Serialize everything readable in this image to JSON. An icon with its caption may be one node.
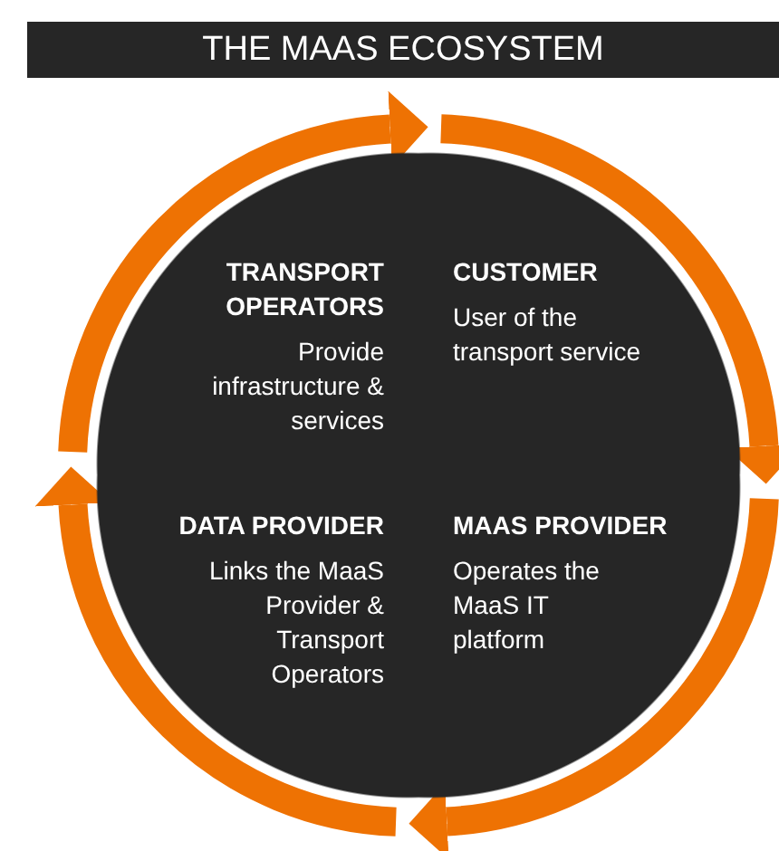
{
  "diagram": {
    "title": "THE MAAS ECOSYSTEM",
    "nodes": [
      {
        "text": [
          "TRANSPORT OPERATORS",
          "Provide infrastructure & services"
        ]
      },
      {
        "text": [
          "CUSTOMER",
          "User of the transport service"
        ]
      },
      {
        "text": [
          "DATA PROVIDER",
          "Links the MaaS Provider & Transport Operators"
        ]
      },
      {
        "text": [
          "MAAS PROVIDER",
          "Operates the MaaS IT platform"
        ]
      }
    ],
    "edges": [
      {
        "from": 0,
        "to": 1,
        "arrow": "to"
      },
      {
        "from": 1,
        "to": 3,
        "arrow": "to"
      },
      {
        "from": 3,
        "to": 2,
        "arrow": "to"
      },
      {
        "from": 2,
        "to": 0,
        "arrow": "to"
      }
    ]
  }
}
